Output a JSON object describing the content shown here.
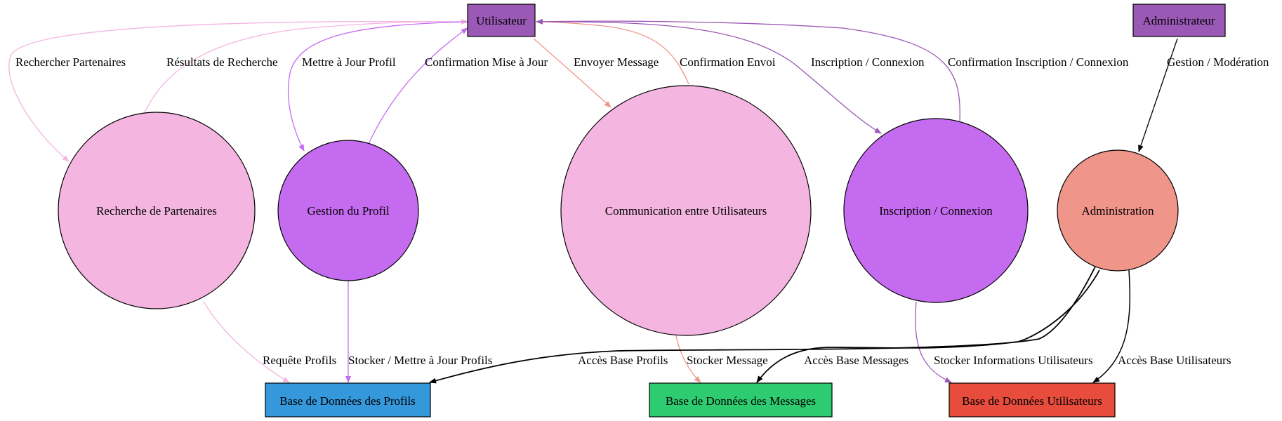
{
  "colors": {
    "entity_purple": "#9b59b6",
    "process_pink": "#f4b6e1",
    "process_violet": "#c56bf0",
    "process_salmon": "#f0958a",
    "store_blue": "#3498db",
    "store_green": "#2ecc71",
    "store_red": "#e74c3c",
    "edge_black": "#000000"
  },
  "nodes": {
    "utilisateur": "Utilisateur",
    "administrateur": "Administrateur",
    "recherche": "Recherche de Partenaires",
    "profil": "Gestion du Profil",
    "communication": "Communication entre Utilisateurs",
    "inscription": "Inscription / Connexion",
    "administration": "Administration",
    "db_profils": "Base de Données des Profils",
    "db_messages": "Base de Données des Messages",
    "db_utilisateurs": "Base de Données Utilisateurs"
  },
  "edges": {
    "rechercher_partenaires": "Rechercher Partenaires",
    "resultats_recherche": "Résultats de Recherche",
    "mettre_a_jour_profil": "Mettre à Jour Profil",
    "confirmation_mise_a_jour": "Confirmation Mise à Jour",
    "envoyer_message": "Envoyer Message",
    "confirmation_envoi": "Confirmation Envoi",
    "inscription_connexion": "Inscription / Connexion",
    "confirmation_inscription": "Confirmation Inscription / Connexion",
    "gestion_moderation": "Gestion / Modération",
    "requete_profils": "Requête Profils",
    "stocker_profils": "Stocker / Mettre à Jour Profils",
    "stocker_message": "Stocker Message",
    "stocker_informations": "Stocker Informations Utilisateurs",
    "acces_base_profils": "Accès Base Profils",
    "acces_base_messages": "Accès Base Messages",
    "acces_base_utilisateurs": "Accès Base Utilisateurs"
  }
}
